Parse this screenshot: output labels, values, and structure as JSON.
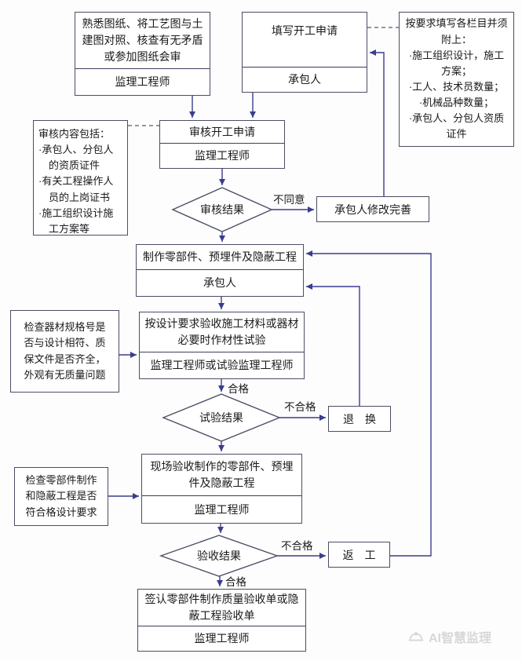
{
  "colors": {
    "connector_line": "#3c3c8c",
    "box_border": "#4d4d66",
    "text": "#1a1a1a",
    "watermark_text": "#d7d7d7"
  },
  "nodes": {
    "prepare": {
      "text": "熟悉图纸、将工艺图与土建图对照、核查有无矛盾或参加图纸会审",
      "role": "监理工程师"
    },
    "fill_application": {
      "text": "填写开工申请",
      "role": "承包人"
    },
    "form_requirements": {
      "title": "按要求填写各栏目并须附上：",
      "items": [
        "·施工组织设计，施工方案；",
        "·工人、技术员数量；",
        "·机械品种数量；",
        "·承包人、分包人资质证件"
      ]
    },
    "review_scope": {
      "title": "审核内容包括：",
      "items": [
        "·承包人、分包人的资质证件",
        "·有关工程操作人员的上岗证书",
        "·施工组织设计施工方案等"
      ]
    },
    "review_application": {
      "text": "审核开工申请",
      "role": "监理工程师"
    },
    "review_result": {
      "text": "审核结果"
    },
    "revise": {
      "text": "承包人修改完善"
    },
    "fabricate": {
      "text": "制作零部件、预埋件及隐蔽工程",
      "role": "承包人"
    },
    "material_check_note": {
      "text": "检查器材规格号是否与设计相符、质保文件是否齐全，外观有无质量问题"
    },
    "material_acceptance": {
      "lines": [
        "按设计要求验收施工材料或器材",
        "必要时作材性试验"
      ],
      "role": "监理工程师或试验监理工程师"
    },
    "test_result": {
      "text": "试验结果"
    },
    "return_replace": {
      "text": "退　换"
    },
    "parts_check_note": {
      "text": "检查零部件制作和隐蔽工程是否符合格设计要求"
    },
    "site_acceptance": {
      "text": "现场验收制作的零部件、预埋件及隐蔽工程",
      "role": "监理工程师"
    },
    "acceptance_result": {
      "text": "验收结果"
    },
    "rework": {
      "text": "返　工"
    },
    "sign_form": {
      "text": "签认零部件制作质量验收单或隐蔽工程验收单",
      "role": "监理工程师"
    }
  },
  "labels": {
    "disagree": "不同意",
    "pass_test": "合格",
    "fail_test": "不合格",
    "fail_acceptance": "不合格",
    "pass_acceptance": "合格"
  },
  "watermark": {
    "icon": "hard-hat-icon",
    "text": "AI智慧监理"
  }
}
